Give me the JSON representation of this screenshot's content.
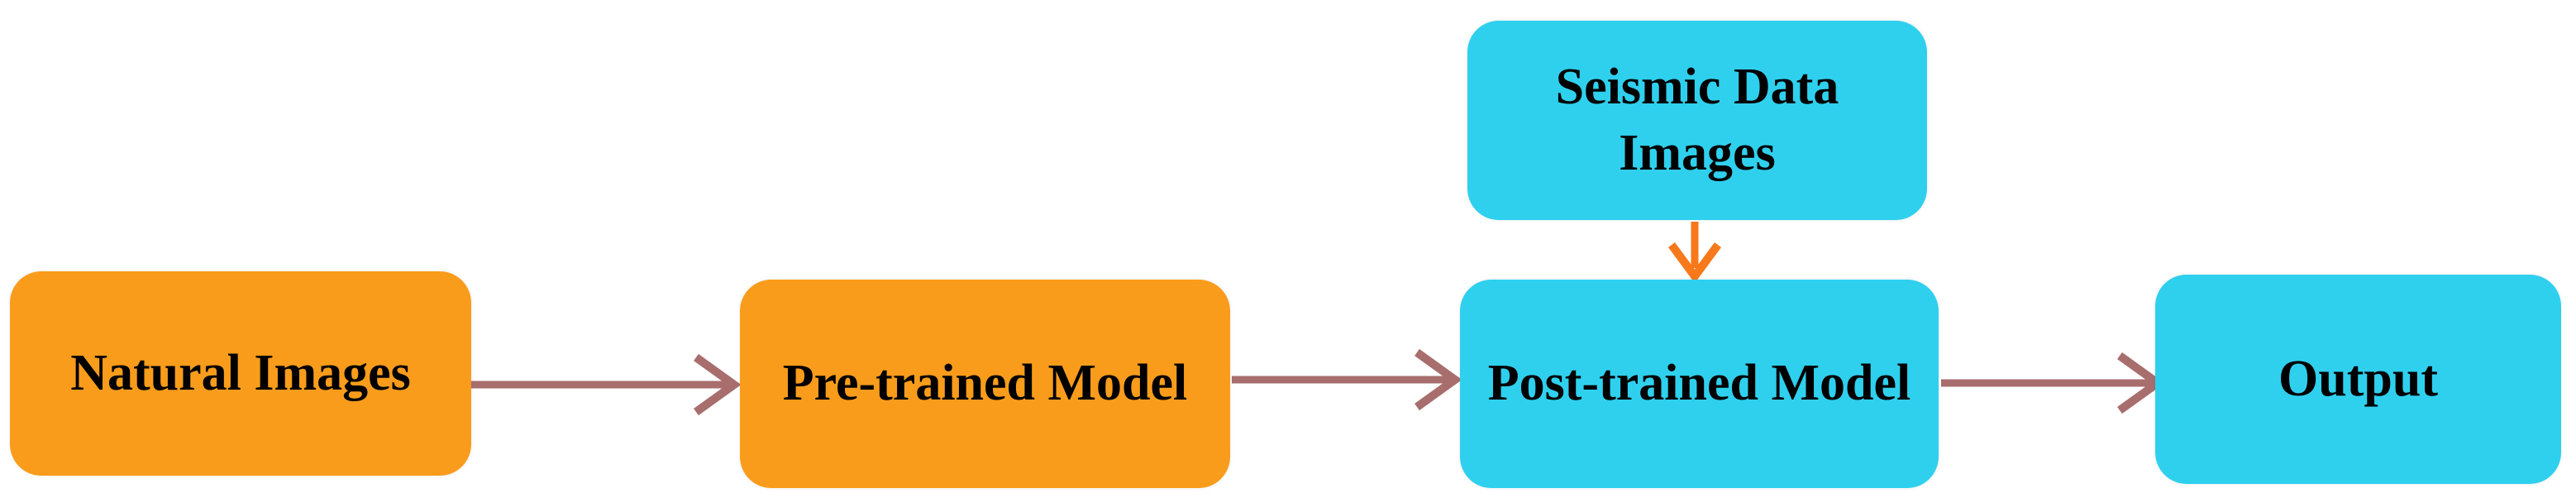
{
  "figure": {
    "type": "flowchart",
    "colors": {
      "background": "#FFFFFF",
      "node_orange": "#F99C1B",
      "node_cyan": "#2FD0EE",
      "arrow_mauve": "#A86E6E",
      "arrow_orange": "#F8791B",
      "text": "#000000"
    },
    "nodes": {
      "natural_images": {
        "label": "Natural Images",
        "fill": "node_orange"
      },
      "pre_trained_model": {
        "label": "Pre-trained Model",
        "fill": "node_orange"
      },
      "seismic_data_images": {
        "label": "Seismic Data Images",
        "label_line1": "Seismic Data",
        "label_line2": "Images",
        "fill": "node_cyan"
      },
      "post_trained_model": {
        "label": "Post-trained Model",
        "fill": "node_cyan"
      },
      "output": {
        "label": "Output",
        "fill": "node_cyan"
      }
    },
    "edges": [
      {
        "from": "Natural Images",
        "to": "Pre-trained Model",
        "style": "mauve"
      },
      {
        "from": "Pre-trained Model",
        "to": "Post-trained Model",
        "style": "mauve"
      },
      {
        "from": "Seismic Data Images",
        "to": "Post-trained Model",
        "style": "orange"
      },
      {
        "from": "Post-trained Model",
        "to": "Output",
        "style": "mauve"
      }
    ]
  }
}
